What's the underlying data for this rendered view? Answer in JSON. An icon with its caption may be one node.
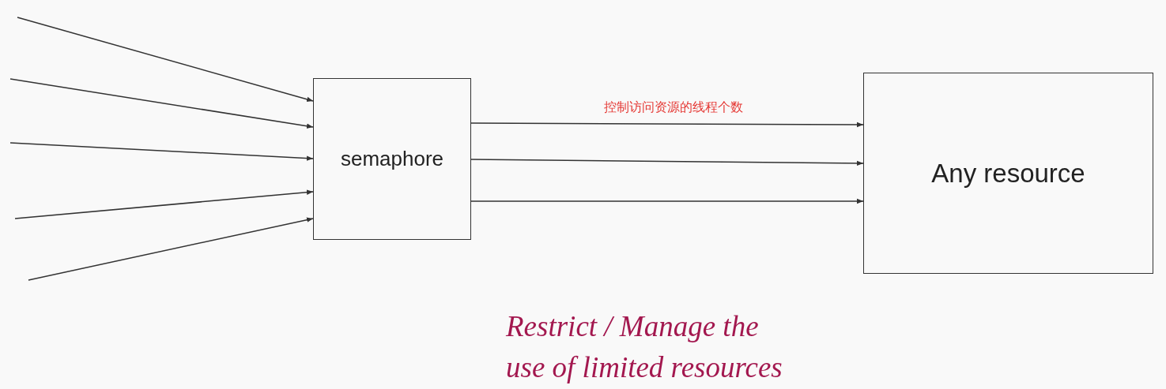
{
  "diagram": {
    "nodes": [
      {
        "text": [
          "semaphore"
        ]
      },
      {
        "text": [
          "Any resource"
        ]
      }
    ],
    "edges": [
      {
        "from": null,
        "to": 0,
        "arrow": "to"
      },
      {
        "from": null,
        "to": 0,
        "arrow": "to"
      },
      {
        "from": null,
        "to": 0,
        "arrow": "to"
      },
      {
        "from": null,
        "to": 0,
        "arrow": "to"
      },
      {
        "from": null,
        "to": 0,
        "arrow": "to"
      },
      {
        "from": 0,
        "to": 1,
        "arrow": "to",
        "label": "控制访问资源的线程个数"
      },
      {
        "from": 0,
        "to": 1,
        "arrow": "to"
      },
      {
        "from": 0,
        "to": 1,
        "arrow": "to"
      }
    ],
    "labels": [
      "Restrict / Manage the use of limited resources"
    ]
  }
}
